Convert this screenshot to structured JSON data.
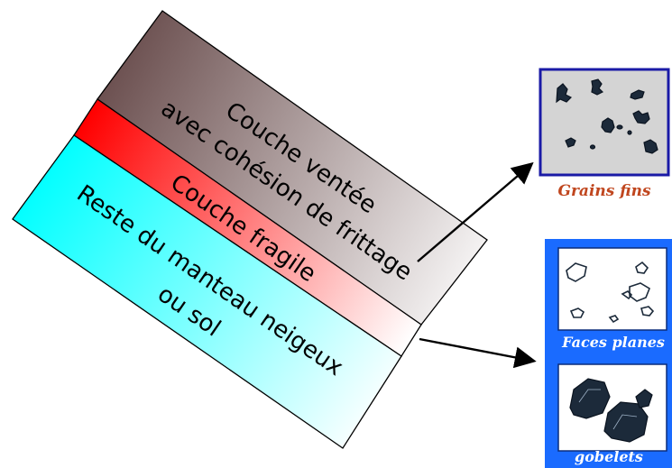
{
  "layers": {
    "top": {
      "line1": "Couche ventée",
      "line2": "avec cohésion de frittage",
      "color_start": "#6b4f4f",
      "color_end": "#f4f2f2"
    },
    "middle": {
      "line1": "Couche fragile",
      "color_start": "#ff0000",
      "color_end": "#ffffff"
    },
    "bottom": {
      "line1": "Reste du manteau neigeux",
      "line2": "ou sol",
      "color_start": "#00ffff",
      "color_end": "#ffffff"
    }
  },
  "panels": {
    "grains": {
      "caption": "Grains fins",
      "caption_color": "#c0461e",
      "border_color": "#1a1aa6",
      "bg_color": "#d4d4d4"
    },
    "faces": {
      "caption": "Faces planes",
      "caption_color": "#ffffff",
      "bg_color": "#1a6bff"
    },
    "gobelets": {
      "caption": "gobelets",
      "caption_color": "#ffffff"
    }
  },
  "arrow_color": "#000000"
}
